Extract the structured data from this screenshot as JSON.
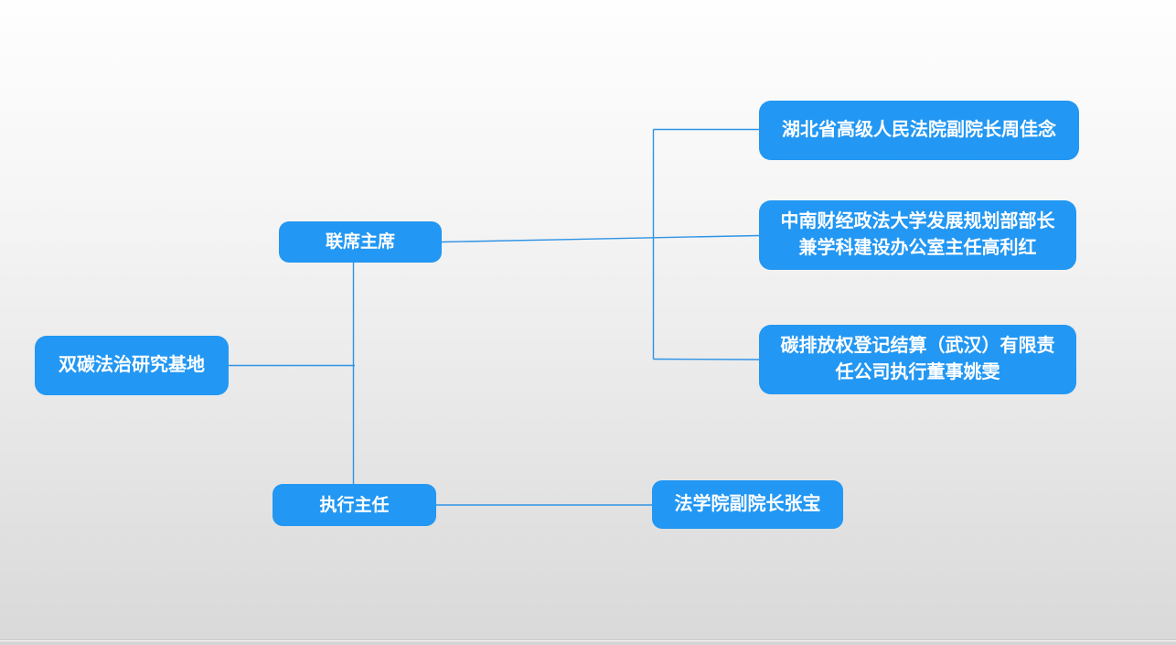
{
  "colors": {
    "node_fill": "#2297f3",
    "node_text": "#ffffff",
    "connector": "#2e93e6",
    "canvas_top": "#fefefe",
    "canvas_bottom": "#d9d9d9",
    "edge_line": "#c5c5c5",
    "footer_strip": "#d5d5d5"
  },
  "diagram": {
    "nodes": {
      "root": {
        "lines": [
          "双碳法治研究基地"
        ]
      },
      "cochair": {
        "lines": [
          "联席主席"
        ]
      },
      "exec_director": {
        "lines": [
          "执行主任"
        ]
      },
      "cochair_member_1": {
        "lines": [
          "湖北省高级人民法院副院长周佳念"
        ]
      },
      "cochair_member_2": {
        "lines": [
          "中南财经政法大学发展规划部部长",
          "兼学科建设办公室主任高利红"
        ]
      },
      "cochair_member_3": {
        "lines": [
          "碳排放权登记结算（武汉）有限责",
          "任公司执行董事姚雯"
        ]
      },
      "exec_member_1": {
        "lines": [
          "法学院副院长张宝"
        ]
      }
    }
  }
}
